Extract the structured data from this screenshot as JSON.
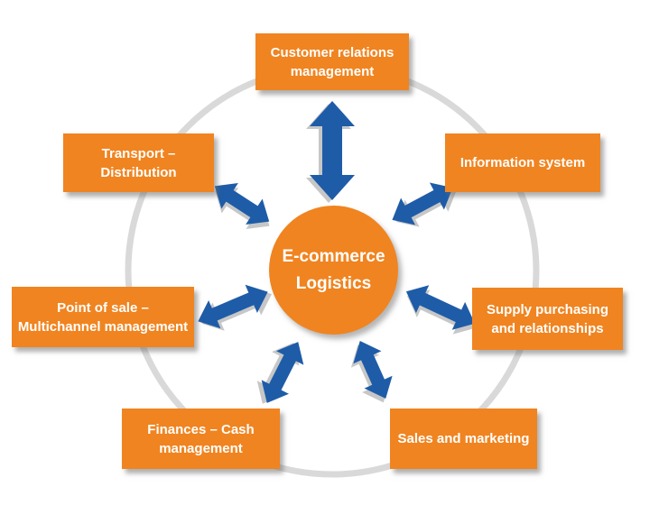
{
  "diagram": {
    "title": "E-commerce Logistics diagram",
    "center": {
      "label": "E-commerce\nLogistics"
    },
    "nodes": [
      {
        "id": "customer-relations",
        "label": "Customer relations\nmanagement"
      },
      {
        "id": "information-system",
        "label": "Information system"
      },
      {
        "id": "supply-purchasing",
        "label": "Supply purchasing\nand relationships"
      },
      {
        "id": "sales-marketing",
        "label": "Sales and marketing"
      },
      {
        "id": "finances-cash",
        "label": "Finances – Cash\nmanagement"
      },
      {
        "id": "point-of-sale",
        "label": "Point of sale –\nMultichannel management"
      },
      {
        "id": "transport-distribution",
        "label": "Transport –\nDistribution"
      }
    ],
    "colors": {
      "box_orange": "#F08420",
      "arrow_blue": "#1E5CA8",
      "ring_gray": "#D9D9D9",
      "shadow_gray": "#8F8F8F",
      "text_white": "#FFFFFF"
    }
  }
}
